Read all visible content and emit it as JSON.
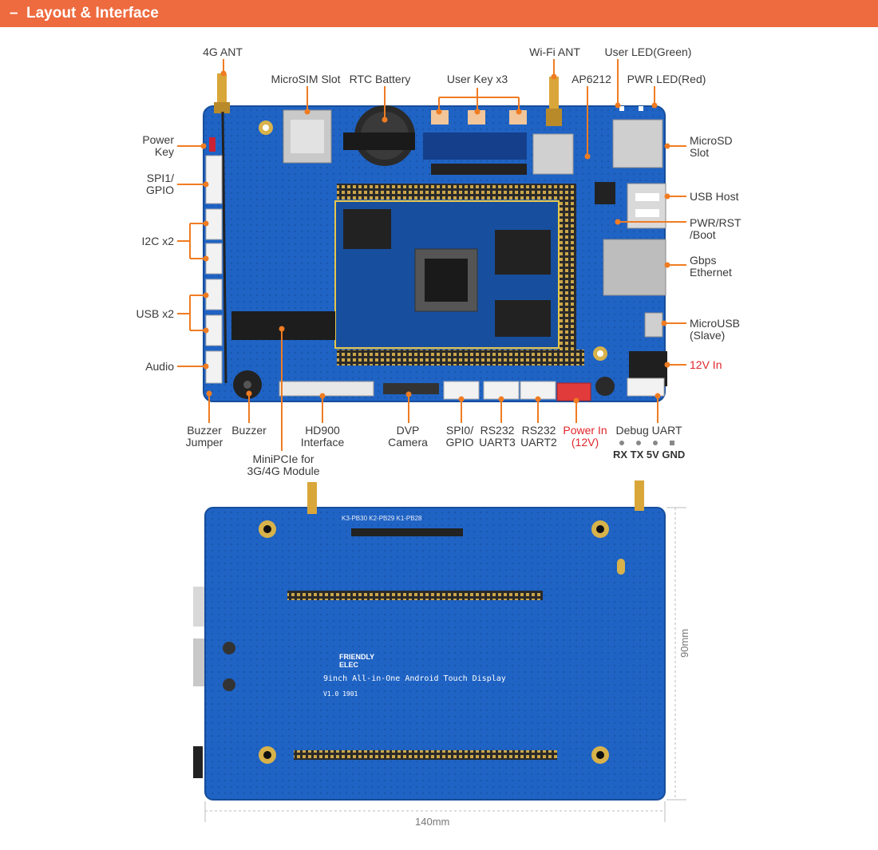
{
  "header": {
    "dash": "–",
    "title": "Layout & Interface"
  },
  "labels": {
    "ant4g": "4G ANT",
    "microsim": "MicroSIM Slot",
    "rtc": "RTC Battery",
    "userkey": "User Key x3",
    "wifi": "Wi-Fi ANT",
    "ap6212": "AP6212",
    "userled": "User LED(Green)",
    "pwrled": "PWR LED(Red)",
    "powerkey_1": "Power",
    "powerkey_2": "Key",
    "spi1_1": "SPI1/",
    "spi1_2": "GPIO",
    "i2c": "I2C x2",
    "usb": "USB x2",
    "audio": "Audio",
    "microsd_1": "MicroSD",
    "microsd_2": "Slot",
    "usbhost": "USB Host",
    "pwrrst_1": "PWR/RST",
    "pwrrst_2": "/Boot",
    "gbps_1": "Gbps",
    "gbps_2": "Ethernet",
    "microusb_1": "MicroUSB",
    "microusb_2": "(Slave)",
    "in12v": "12V In",
    "buzjmp_1": "Buzzer",
    "buzjmp_2": "Jumper",
    "buzzer": "Buzzer",
    "hd900_1": "HD900",
    "hd900_2": "Interface",
    "dvp_1": "DVP",
    "dvp_2": "Camera",
    "spi0_1": "SPI0/",
    "spi0_2": "GPIO",
    "uart3_1": "RS232",
    "uart3_2": "UART3",
    "uart2_1": "RS232",
    "uart2_2": "UART2",
    "powerin_1": "Power In",
    "powerin_2": "(12V)",
    "debug": "Debug UART",
    "minipcie_1": "MiniPCIe for",
    "minipcie_2": "3G/4G Module",
    "pins": "RX TX 5V GND"
  },
  "board_back": {
    "brand_1": "FRIENDLY",
    "brand_2": "ELEC",
    "product": "9inch All-in-One Android Touch Display",
    "version": "V1.0 1901",
    "keys": "K3-PB30    K2-PB29    K1-PB28"
  },
  "dimensions": {
    "height": "90mm",
    "width": "140mm"
  },
  "colors": {
    "header": "#ee6a3f",
    "pcb": "#1f63c4",
    "accent": "#f07c22",
    "highlight": "#e0252b"
  }
}
